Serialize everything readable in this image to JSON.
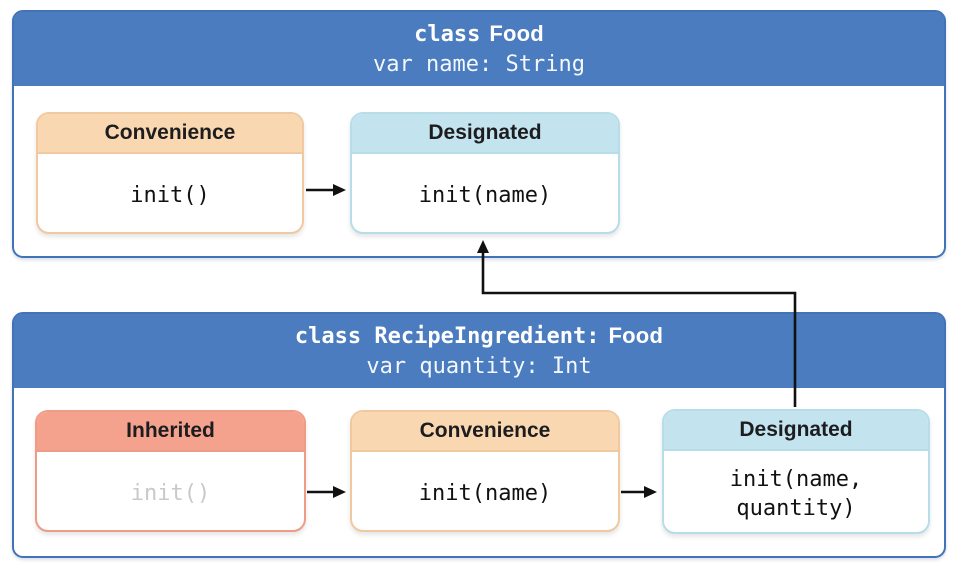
{
  "colors": {
    "header_blue": "#4A7CBF",
    "container_border": "#4273B6",
    "header_text": "#FFFFFF",
    "convenience_fill": "#F9D7B0",
    "convenience_border": "#F0C9A0",
    "designated_fill": "#C3E4EF",
    "designated_border": "#B7DDE9",
    "inherited_fill": "#F4A28E",
    "inherited_border": "#EF9C87",
    "box_label_text": "#1D1D1F",
    "body_text": "#111111",
    "dimmed_text": "#C9C9C9",
    "arrow": "#111111"
  },
  "food": {
    "title_keyword": "class",
    "title_name": "Food",
    "subtitle": "var name: String",
    "boxes": [
      {
        "label": "Convenience",
        "body": "init()"
      },
      {
        "label": "Designated",
        "body": "init(name)"
      }
    ]
  },
  "recipe": {
    "title_keyword": "class RecipeIngredient:",
    "title_name": "Food",
    "subtitle": "var quantity: Int",
    "boxes": [
      {
        "label": "Inherited",
        "body": "init()"
      },
      {
        "label": "Convenience",
        "body": "init(name)"
      },
      {
        "label": "Designated",
        "body": "init(name,\nquantity)"
      }
    ]
  }
}
